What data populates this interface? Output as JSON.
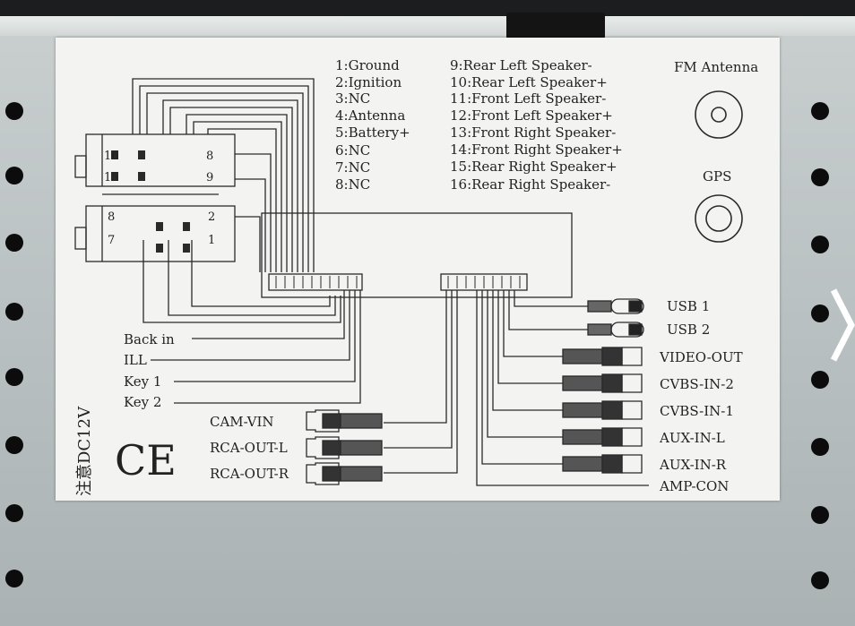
{
  "pin_legend": [
    "1:Ground",
    "2:Ignition",
    "3:NC",
    "4:Antenna",
    "5:Battery+",
    "6:NC",
    "7:NC",
    "8:NC",
    "9:Rear Left Speaker-",
    "10:Rear Left Speaker+",
    "11:Front Left Speaker-",
    "12:Front Left Speaker+",
    "13:Front Right Speaker-",
    "14:Front Right Speaker+",
    "15:Rear Right Speaker+",
    "16:Rear Right Speaker-"
  ],
  "antenna": {
    "fm_label": "FM Antenna",
    "gps_label": "GPS"
  },
  "connector_pins": {
    "upper_left": [
      "16",
      "15"
    ],
    "upper_right": [
      "8",
      "9"
    ],
    "lower_left": [
      "8",
      "7"
    ],
    "lower_right": [
      "2",
      "1"
    ]
  },
  "left_wires": [
    "Back in",
    "ILL",
    "Key 1",
    "Key 2"
  ],
  "left_rca": [
    "CAM-VIN",
    "RCA-OUT-L",
    "RCA-OUT-R"
  ],
  "right_ports": [
    "USB 1",
    "USB 2",
    "VIDEO-OUT",
    "CVBS-IN-2",
    "CVBS-IN-1",
    "AUX-IN-L",
    "AUX-IN-R",
    "AMP-CON"
  ],
  "voltage_note": "注意DC12V",
  "ce_mark": "CE",
  "colors": {
    "label_bg": "#f3f3f1",
    "ink": "#222222",
    "chassis": "#bcc3c4",
    "hole": "#0c0c0c"
  }
}
